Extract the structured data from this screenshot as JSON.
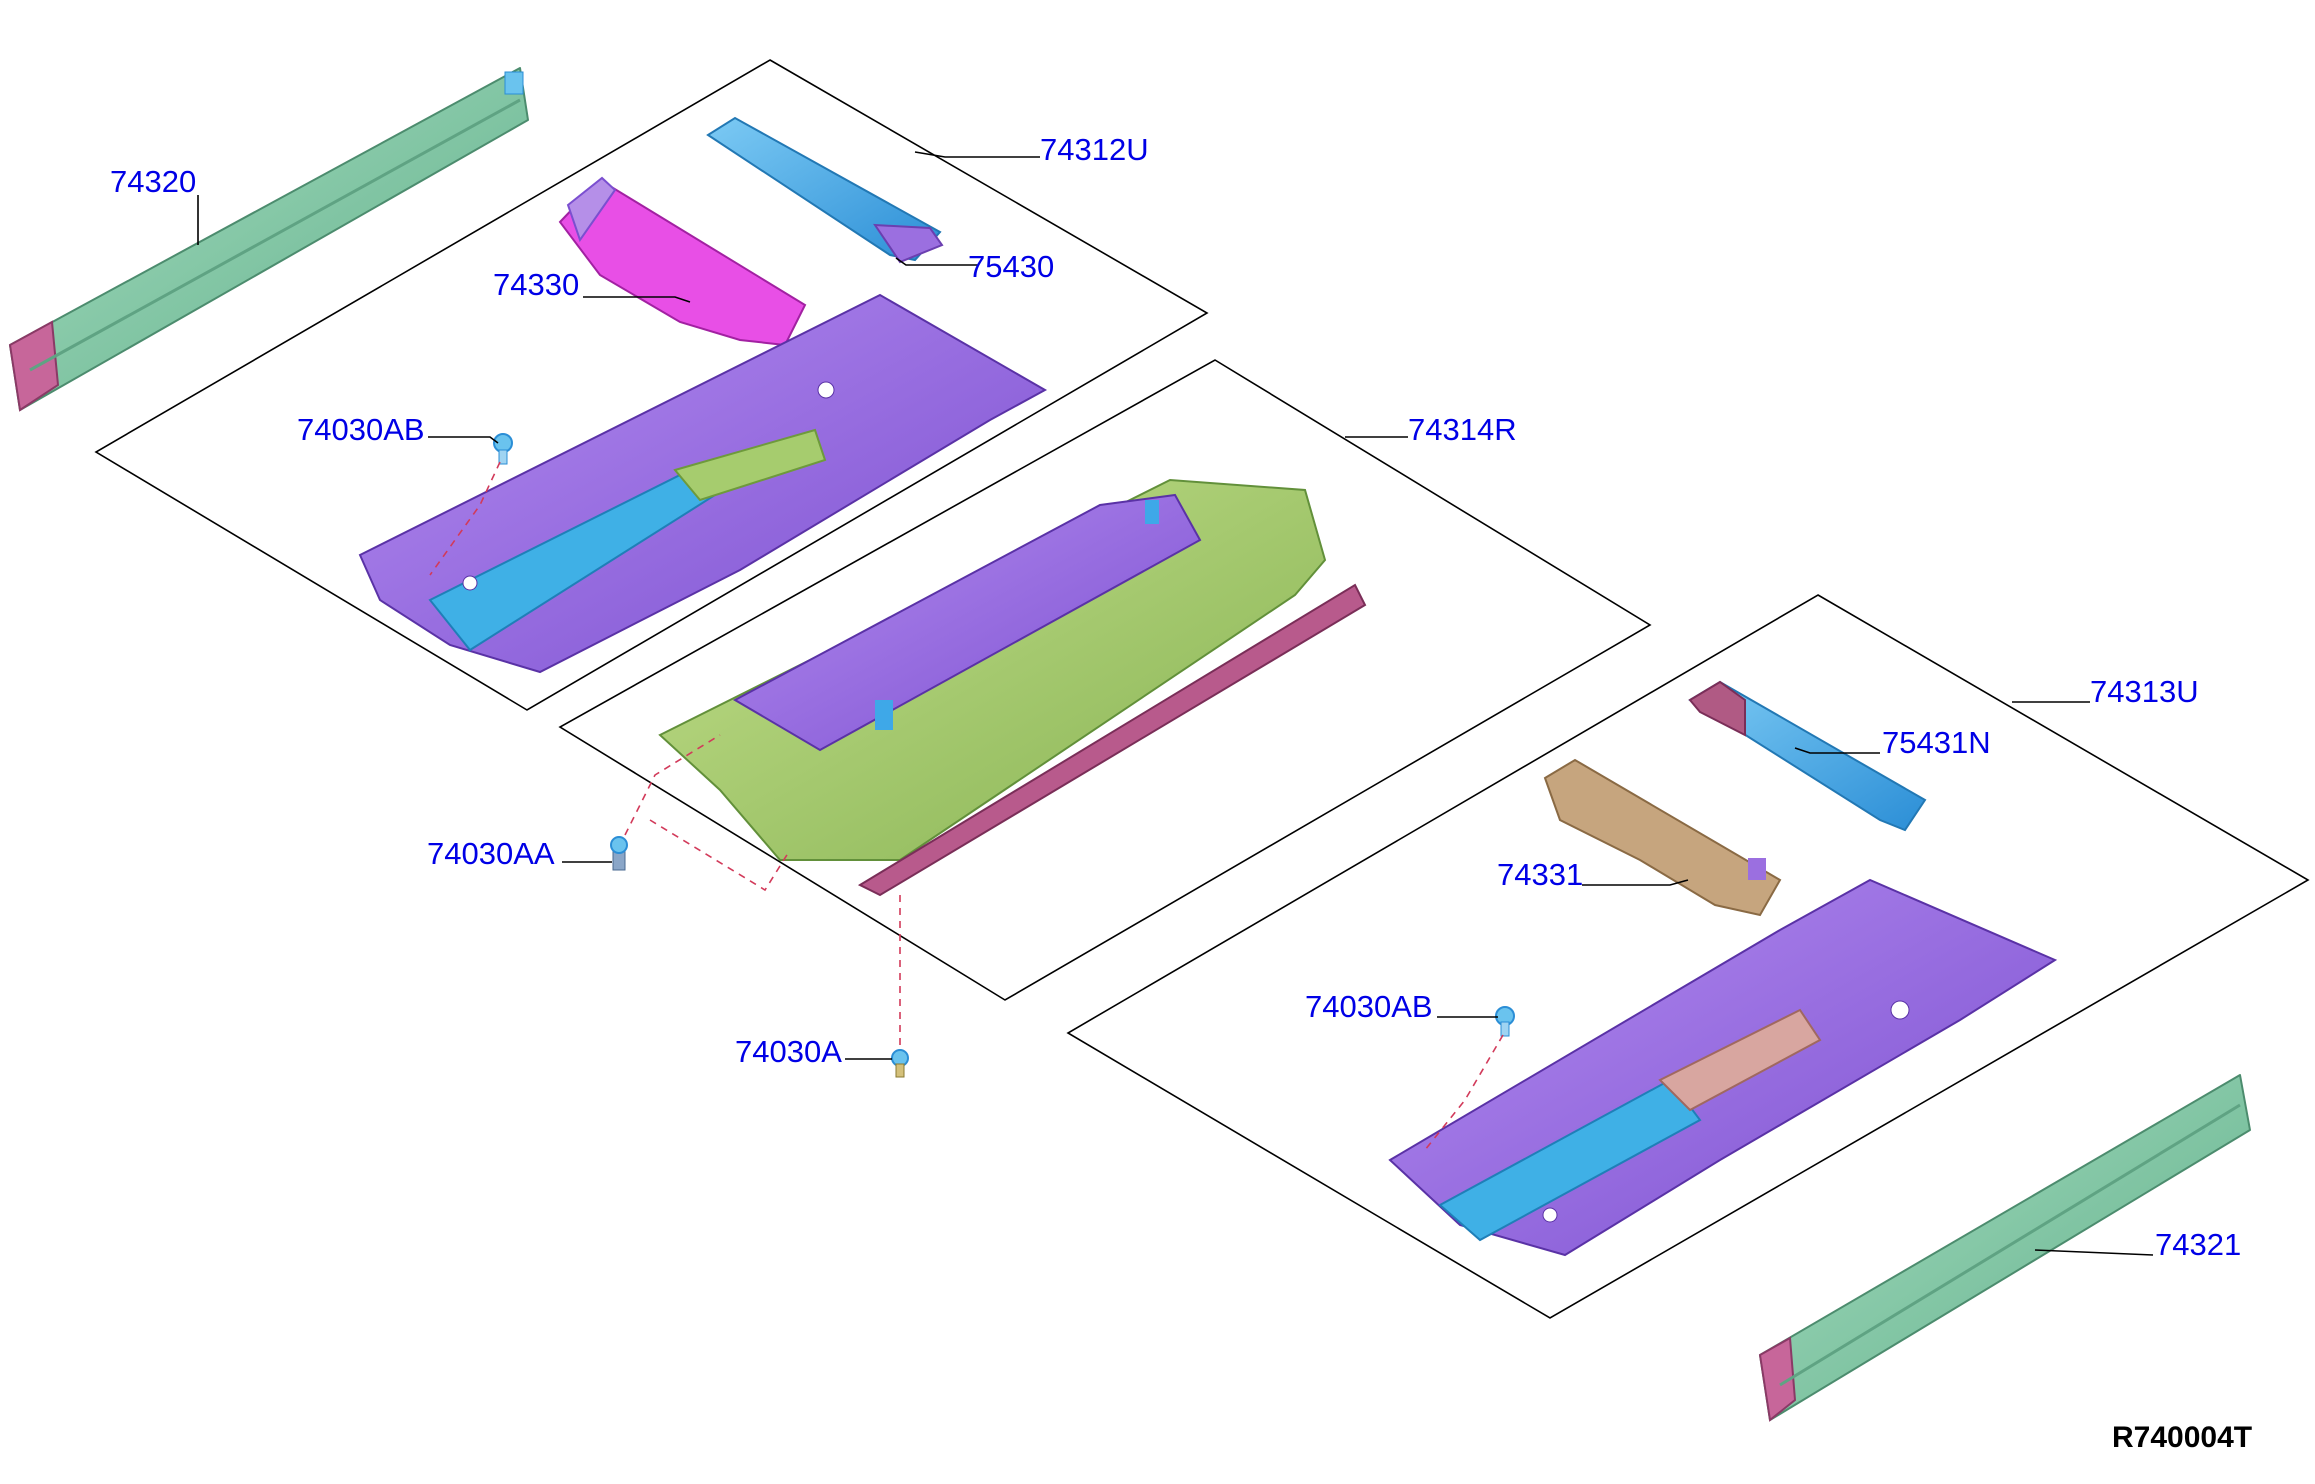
{
  "diagram_code": "R740004T",
  "colors": {
    "label": "#0000e6",
    "frame": "#000000",
    "rail_green": "#7fc9a4",
    "floor_purple": "#9b6fe0",
    "tunnel_green": "#a6cc6e",
    "sill_maroon": "#b05a84",
    "member_blue": "#3ea8e8",
    "member_magenta": "#e13fe0",
    "member_tan": "#c09c74"
  },
  "labels": {
    "rail_left": "74320",
    "front_floor_rh": "74312U",
    "front_member_rh": "74330",
    "front_bracket_rh": "75430",
    "front_floor_clip": "74030AB",
    "center_floor": "74314R",
    "center_clip_side": "74030AA",
    "center_clip_bottom": "74030A",
    "front_floor_lh": "74313U",
    "front_bracket_lh": "75431N",
    "front_member_lh": "74331",
    "lh_floor_clip": "74030AB",
    "rail_right": "74321"
  }
}
